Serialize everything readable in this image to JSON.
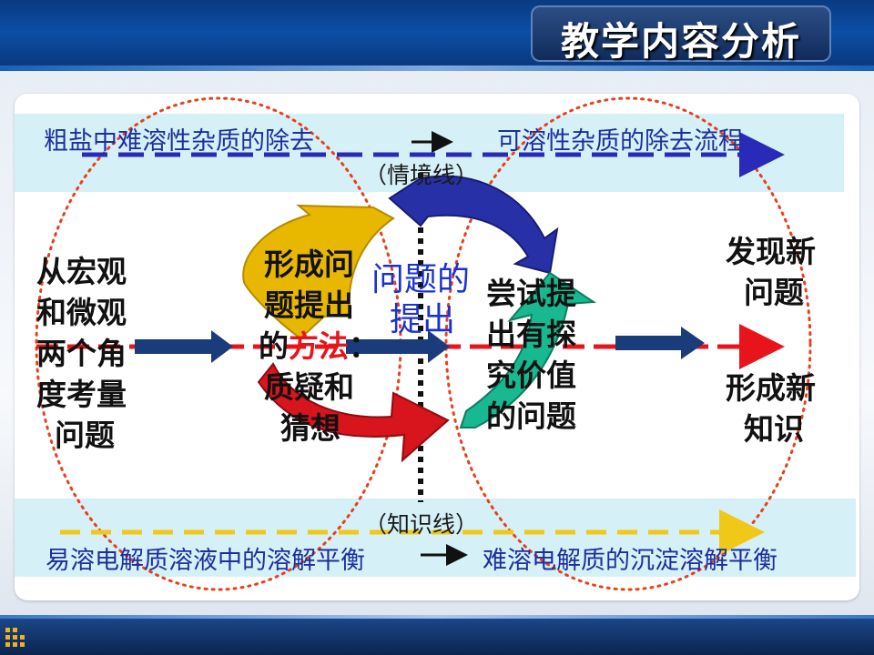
{
  "header": {
    "title": "教学内容分析"
  },
  "situation_line": {
    "from": "粗盐中难溶性杂质的除去",
    "to": "可溶性杂质的除去流程",
    "label": "（情境线）"
  },
  "knowledge_line": {
    "from": "易溶电解质溶液中的溶解平衡",
    "to": "难溶电解质的沉淀溶解平衡",
    "label": "（知识线）"
  },
  "left_text": [
    "从宏观",
    "和微观",
    "两个角",
    "度考量",
    "问题"
  ],
  "left_cycle_text": {
    "line1": "形成问",
    "line2": "题提出",
    "line3_prefix": "的",
    "line3_highlight": "方法",
    "line3_suffix": "：",
    "line4": "质疑和",
    "line5": "猜想"
  },
  "center_text": [
    "问题的",
    "提出"
  ],
  "right_cycle_text": [
    "尝试提",
    "出有探",
    "究价值",
    "的问题"
  ],
  "right_text_top": [
    "发现新",
    "问题"
  ],
  "right_text_bottom": [
    "形成新",
    "知识"
  ],
  "colors": {
    "accent_red": "#e8141c",
    "dashed_blue": "#2a2ab8",
    "dashed_yellow": "#f0c818",
    "arrow_navy": "#1a3c7a",
    "cycle_yellow": "#e8b800",
    "cycle_blue": "#2830a8",
    "cycle_green": "#18b890",
    "cycle_red": "#d8141c"
  }
}
